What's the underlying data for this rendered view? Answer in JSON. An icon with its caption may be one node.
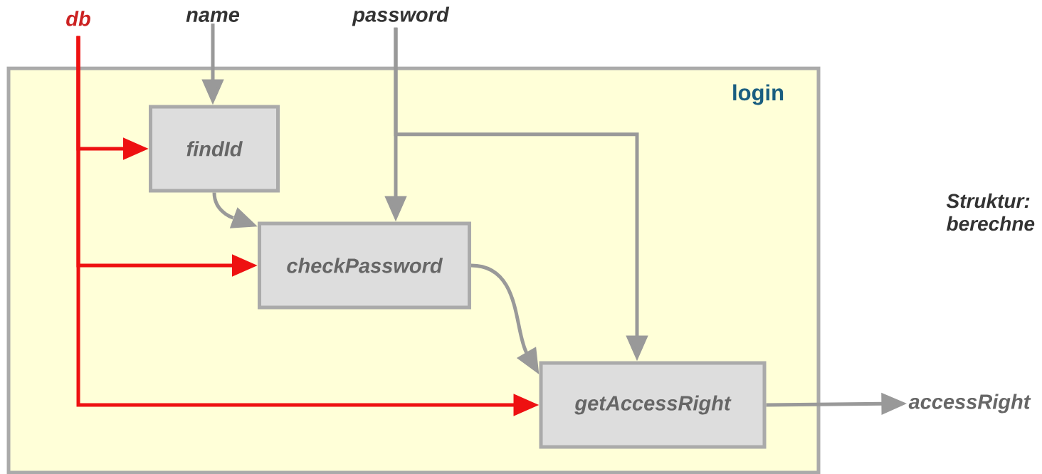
{
  "diagram": {
    "nodes": [
      {
        "text": [
          "login"
        ]
      },
      {
        "text": [
          "findId"
        ],
        "in": 0
      },
      {
        "text": [
          "checkPassword"
        ],
        "in": 0
      },
      {
        "text": [
          "getAccessRight"
        ],
        "in": 0
      },
      {
        "text": [
          "db"
        ]
      },
      {
        "text": [
          "name"
        ]
      },
      {
        "text": [
          "password"
        ]
      },
      {
        "text": [
          "accessRight"
        ]
      }
    ],
    "edges": [
      {
        "from": 4,
        "to": 1,
        "arrow": "to",
        "color": "#ee1111"
      },
      {
        "from": 4,
        "to": 2,
        "arrow": "to",
        "color": "#ee1111"
      },
      {
        "from": 4,
        "to": 3,
        "arrow": "to",
        "color": "#ee1111"
      },
      {
        "from": 5,
        "to": 1,
        "arrow": "to"
      },
      {
        "from": 6,
        "to": 2,
        "arrow": "to"
      },
      {
        "from": 6,
        "to": 3,
        "arrow": "to"
      },
      {
        "from": 1,
        "to": 2,
        "arrow": "to"
      },
      {
        "from": 2,
        "to": 3,
        "arrow": "to"
      },
      {
        "from": 3,
        "to": 7,
        "arrow": "to"
      }
    ],
    "labels": [
      "Struktur: berechne"
    ]
  }
}
